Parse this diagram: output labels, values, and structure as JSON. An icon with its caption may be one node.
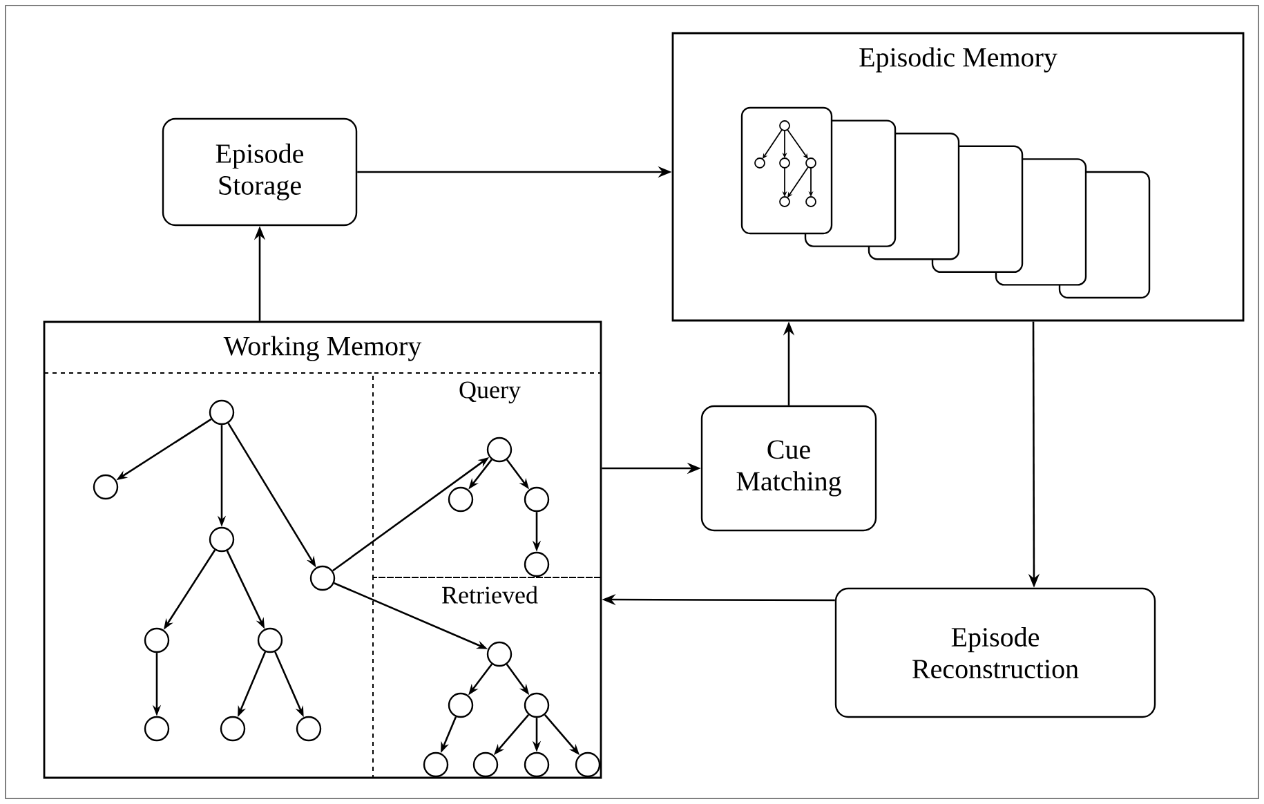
{
  "diagram": {
    "nodes": [
      {
        "text": [
          "Episode Storage"
        ]
      },
      {
        "text": [
          "Episodic Memory"
        ]
      },
      {
        "text": [
          "Working Memory"
        ]
      },
      {
        "text": [
          "Query"
        ],
        "in": 2
      },
      {
        "text": [
          "Retrieved"
        ],
        "in": 2
      },
      {
        "text": [
          "Cue Matching"
        ]
      },
      {
        "text": [
          "Episode Reconstruction"
        ]
      },
      {
        "text": [],
        "shape": "circle",
        "in": 2
      },
      {
        "text": [],
        "shape": "circle",
        "in": 2
      },
      {
        "text": [],
        "shape": "circle",
        "in": 2
      },
      {
        "text": [],
        "shape": "circle",
        "in": 2
      },
      {
        "text": [],
        "shape": "circle",
        "in": 2
      },
      {
        "text": [],
        "shape": "circle",
        "in": 2
      },
      {
        "text": [],
        "shape": "circle",
        "in": 2
      },
      {
        "text": [],
        "shape": "circle",
        "in": 2
      },
      {
        "text": [],
        "shape": "circle",
        "in": 2
      },
      {
        "text": [],
        "shape": "circle",
        "in": 3
      },
      {
        "text": [],
        "shape": "circle",
        "in": 3
      },
      {
        "text": [],
        "shape": "circle",
        "in": 3
      },
      {
        "text": [],
        "shape": "circle",
        "in": 3
      },
      {
        "text": [],
        "shape": "circle",
        "in": 4
      },
      {
        "text": [],
        "shape": "circle",
        "in": 4
      },
      {
        "text": [],
        "shape": "circle",
        "in": 4
      },
      {
        "text": [],
        "shape": "circle",
        "in": 4
      },
      {
        "text": [],
        "shape": "circle",
        "in": 4
      },
      {
        "text": [],
        "shape": "circle",
        "in": 4
      },
      {
        "text": [],
        "shape": "circle",
        "in": 4
      }
    ],
    "edges": [
      {
        "from": 2,
        "to": 0,
        "arrow": "to"
      },
      {
        "from": 0,
        "to": 1,
        "arrow": "to"
      },
      {
        "from": 5,
        "to": 1,
        "arrow": "to"
      },
      {
        "from": 2,
        "to": 5,
        "arrow": "to"
      },
      {
        "from": 1,
        "to": 6,
        "arrow": "to"
      },
      {
        "from": 6,
        "to": 2,
        "arrow": "to"
      },
      {
        "from": 7,
        "to": 8,
        "arrow": "to"
      },
      {
        "from": 7,
        "to": 9,
        "arrow": "to"
      },
      {
        "from": 7,
        "to": 10,
        "arrow": "to"
      },
      {
        "from": 9,
        "to": 11,
        "arrow": "to"
      },
      {
        "from": 9,
        "to": 12,
        "arrow": "to"
      },
      {
        "from": 11,
        "to": 13,
        "arrow": "to"
      },
      {
        "from": 12,
        "to": 14,
        "arrow": "to"
      },
      {
        "from": 12,
        "to": 15,
        "arrow": "to"
      },
      {
        "from": 10,
        "to": 16,
        "arrow": "to"
      },
      {
        "from": 10,
        "to": 20,
        "arrow": "to"
      },
      {
        "from": 16,
        "to": 17,
        "arrow": "to"
      },
      {
        "from": 16,
        "to": 18,
        "arrow": "to"
      },
      {
        "from": 18,
        "to": 19,
        "arrow": "to"
      },
      {
        "from": 20,
        "to": 21,
        "arrow": "to"
      },
      {
        "from": 20,
        "to": 22,
        "arrow": "to"
      },
      {
        "from": 21,
        "to": 23,
        "arrow": "to"
      },
      {
        "from": 22,
        "to": 24,
        "arrow": "to"
      },
      {
        "from": 22,
        "to": 25,
        "arrow": "to"
      },
      {
        "from": 22,
        "to": 26,
        "arrow": "to"
      }
    ]
  }
}
